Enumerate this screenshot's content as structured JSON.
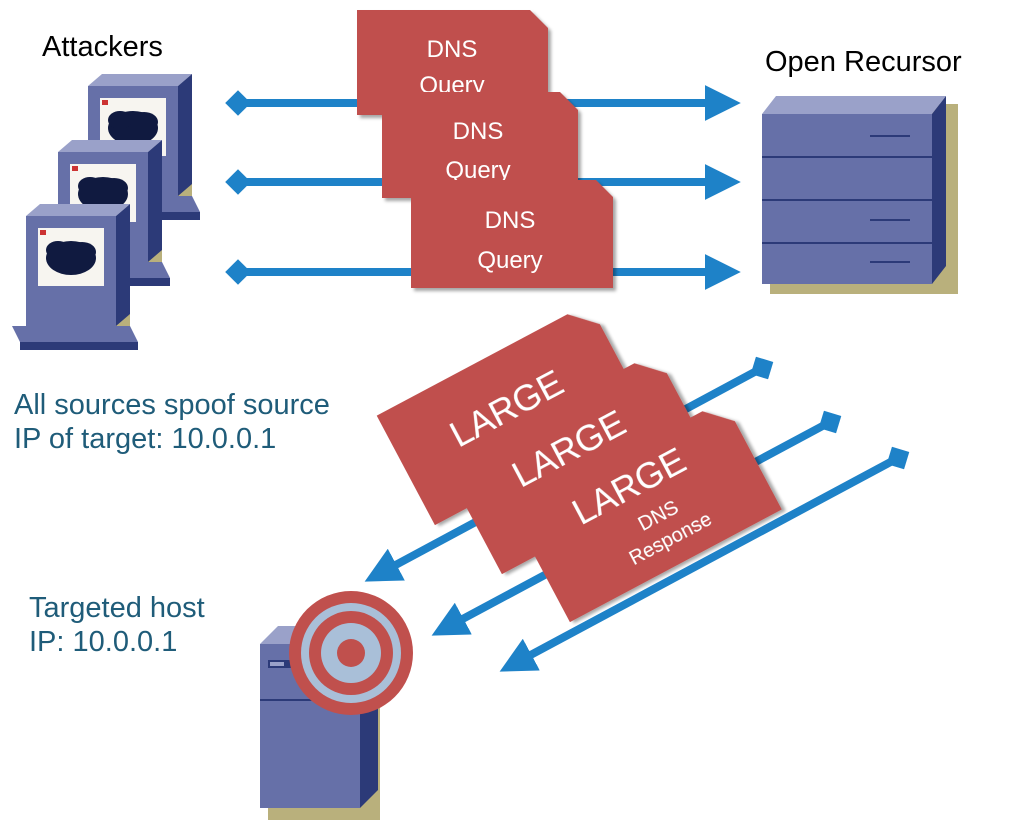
{
  "labels": {
    "attackers": "Attackers",
    "open_recursor": "Open Recursor",
    "spoof_note_line1": "All sources spoof source",
    "spoof_note_line2": "IP of target: 10.0.0.1",
    "target_line1": "Targeted host",
    "target_line2": "IP: 10.0.0.1"
  },
  "query_packets": [
    {
      "line1": "DNS",
      "line2": "Query"
    },
    {
      "line1": "DNS",
      "line2": "Query"
    },
    {
      "line1": "DNS",
      "line2": "Query"
    }
  ],
  "response_packets": [
    {
      "line1": "LARGE"
    },
    {
      "line1": "LARGE"
    },
    {
      "line1": "LARGE",
      "line2": "DNS",
      "line3": "Response"
    }
  ],
  "colors": {
    "arrow": "#1e82c8",
    "packet": "#c0504d",
    "target_label": "#1f5c79",
    "device": "#6670a8",
    "device_dark": "#2c3a78"
  },
  "icons": [
    "computer-icon",
    "server-icon",
    "target-server-icon",
    "bullseye-icon"
  ]
}
